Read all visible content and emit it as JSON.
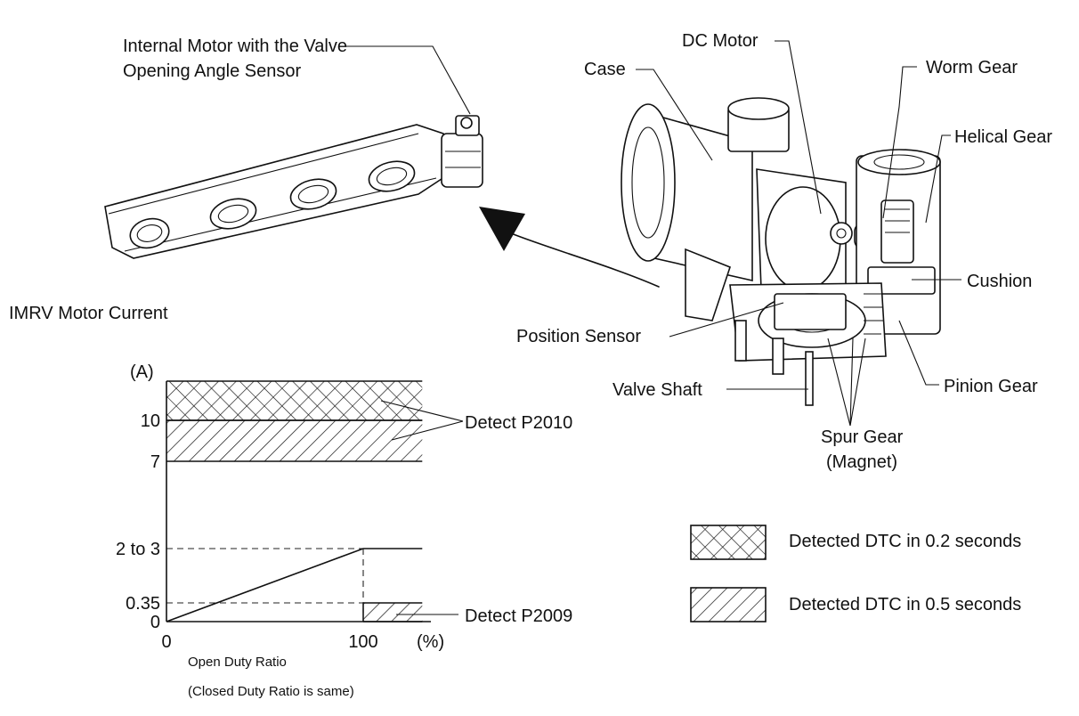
{
  "labels": {
    "internal_motor_line1": "Internal Motor with the Valve",
    "internal_motor_line2": "Opening Angle Sensor",
    "case": "Case",
    "dc_motor": "DC Motor",
    "worm_gear": "Worm Gear",
    "helical_gear": "Helical Gear",
    "cushion": "Cushion",
    "position_sensor": "Position Sensor",
    "valve_shaft": "Valve Shaft",
    "pinion_gear": "Pinion Gear",
    "spur_gear_line1": "Spur Gear",
    "spur_gear_line2": "(Magnet)",
    "chart_title": "IMRV Motor Current",
    "detect_p2010": "Detect P2010",
    "detect_p2009": "Detect P2009",
    "closed_duty_note": "(Closed Duty Ratio is same)"
  },
  "legend": [
    {
      "pattern": "crosshatch",
      "text": "Detected DTC in 0.2 seconds"
    },
    {
      "pattern": "diagonal",
      "text": "Detected DTC in 0.5 seconds"
    }
  ],
  "chart_data": {
    "type": "line",
    "title": "IMRV Motor Current",
    "xlabel": "Open Duty Ratio",
    "ylabel": "(A)",
    "x_unit": "(%)",
    "x_ticks": [
      "0",
      "100"
    ],
    "y_ticks": [
      "0",
      "0.35",
      "2 to 3",
      "7",
      "10"
    ],
    "series": [
      {
        "x": [
          0,
          100,
          130
        ],
        "y": [
          0,
          2.5,
          2.5
        ]
      }
    ],
    "regions": [
      {
        "pattern": "crosshatch",
        "y_from": 10,
        "y_to": 12,
        "x_from": 0,
        "x_to": 130,
        "annotation": "Detect P2010"
      },
      {
        "pattern": "diagonal",
        "y_from": 7,
        "y_to": 10,
        "x_from": 0,
        "x_to": 130,
        "annotation": "Detect P2010"
      },
      {
        "pattern": "diagonal",
        "y_from": 0,
        "y_to": 0.35,
        "x_from": 100,
        "x_to": 130,
        "annotation": "Detect P2009"
      }
    ],
    "reference_lines": [
      {
        "axis": "y",
        "value": 2.5,
        "style": "dashed"
      },
      {
        "axis": "y",
        "value": 0.35,
        "style": "dashed"
      },
      {
        "axis": "x",
        "value": 100,
        "style": "dashed"
      }
    ]
  }
}
